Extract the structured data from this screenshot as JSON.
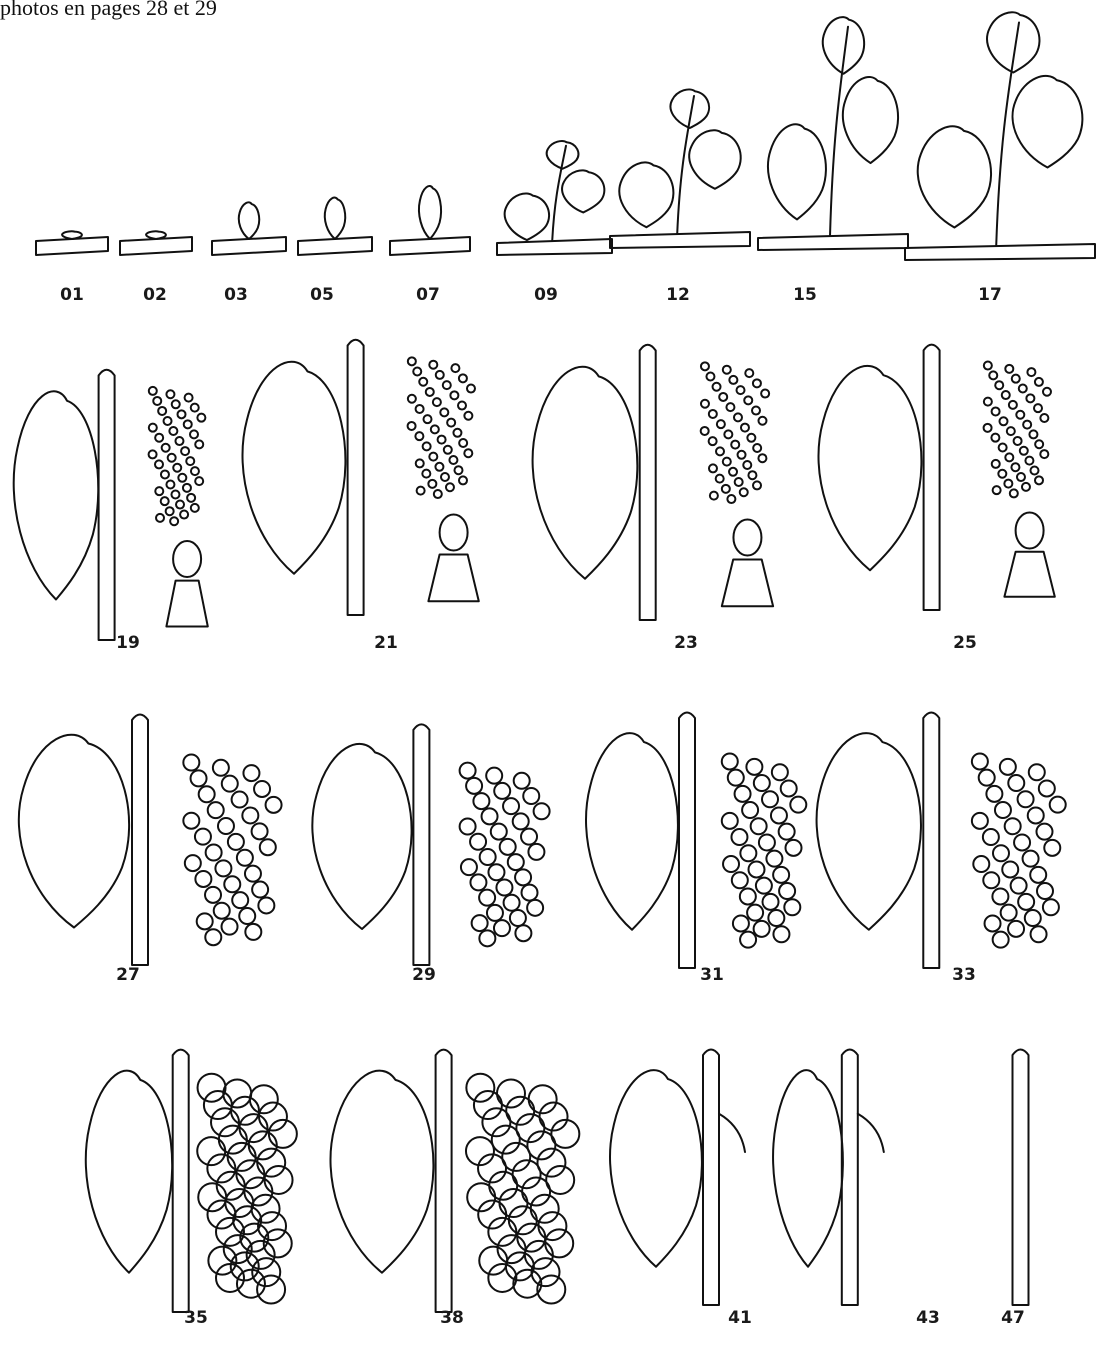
{
  "caption": "photos en pages 28 et 29",
  "stages": [
    {
      "code": "01",
      "icon": "bud-dormant-icon"
    },
    {
      "code": "02",
      "icon": "bud-cotton-icon"
    },
    {
      "code": "03",
      "icon": "bud-green-tip-icon"
    },
    {
      "code": "05",
      "icon": "bud-burst-icon"
    },
    {
      "code": "07",
      "icon": "first-leaf-icon"
    },
    {
      "code": "09",
      "icon": "leaves-unfolded-icon"
    },
    {
      "code": "12",
      "icon": "shoot-leaves-icon"
    },
    {
      "code": "15",
      "icon": "shoot-elongation-icon"
    },
    {
      "code": "17",
      "icon": "inflorescence-visible-icon"
    },
    {
      "code": "19",
      "icon": "flower-buttons-icon"
    },
    {
      "code": "21",
      "icon": "flowering-start-icon"
    },
    {
      "code": "23",
      "icon": "full-flowering-icon"
    },
    {
      "code": "25",
      "icon": "flowering-end-icon"
    },
    {
      "code": "27",
      "icon": "fruit-set-icon"
    },
    {
      "code": "29",
      "icon": "small-berries-icon"
    },
    {
      "code": "31",
      "icon": "pea-size-berries-icon"
    },
    {
      "code": "33",
      "icon": "bunch-closure-icon"
    },
    {
      "code": "35",
      "icon": "veraison-icon"
    },
    {
      "code": "38",
      "icon": "harvest-maturity-icon"
    },
    {
      "code": "41",
      "icon": "after-harvest-icon"
    },
    {
      "code": "43",
      "icon": "leaf-fall-start-icon"
    },
    {
      "code": "47",
      "icon": "leaf-fall-end-icon"
    }
  ]
}
